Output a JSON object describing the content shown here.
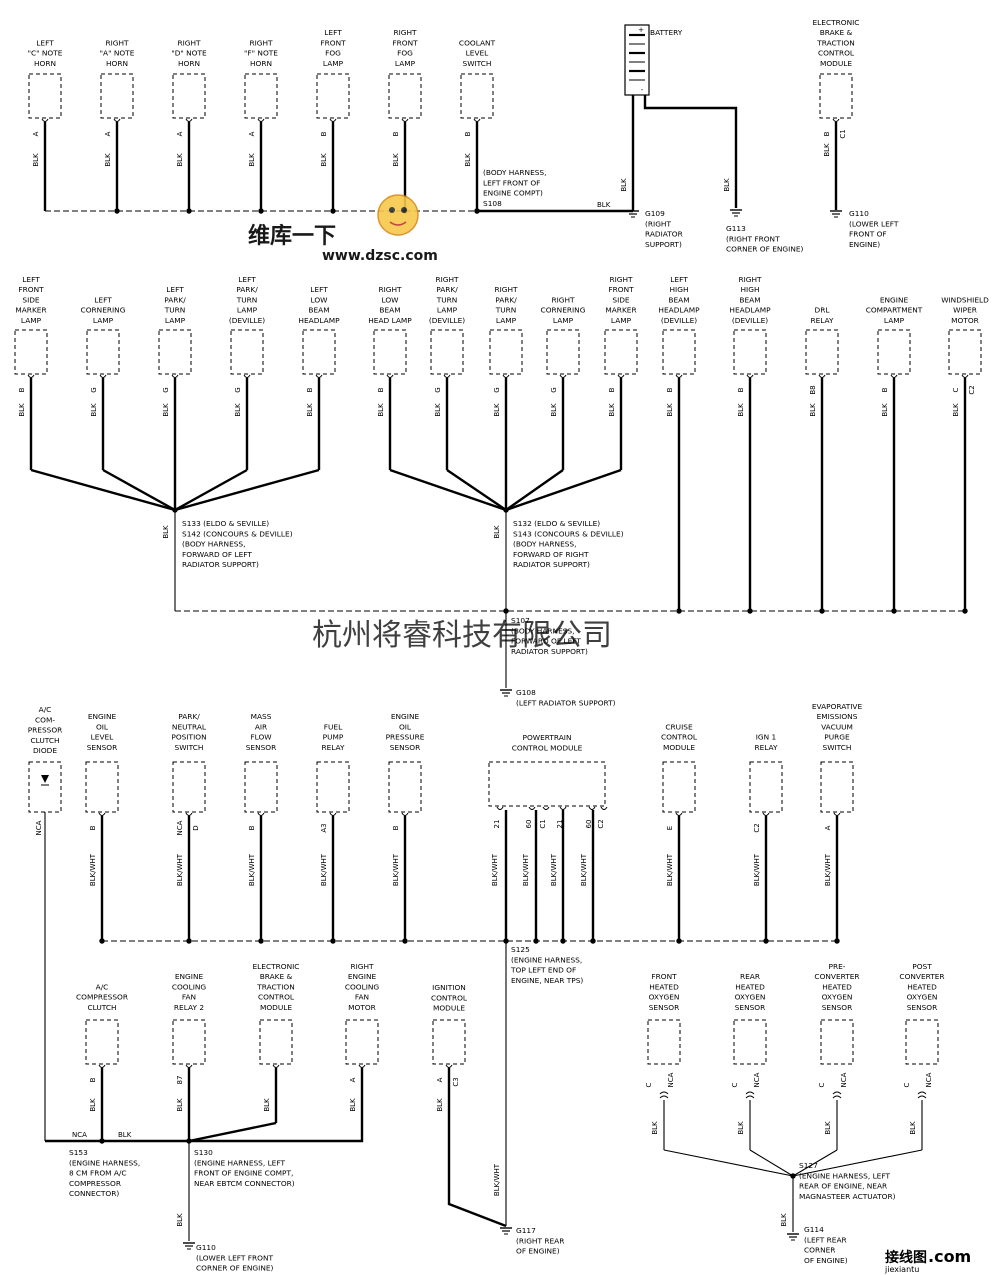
{
  "wire_color": "#000000",
  "components": [
    {
      "id": "left-c-horn",
      "lines": [
        "LEFT",
        "\"C\" NOTE",
        "HORN"
      ],
      "pin": "A",
      "wire": "BLK"
    },
    {
      "id": "right-a-horn",
      "lines": [
        "RIGHT",
        "\"A\" NOTE",
        "HORN"
      ],
      "pin": "A",
      "wire": "BLK"
    },
    {
      "id": "right-d-horn",
      "lines": [
        "RIGHT",
        "\"D\" NOTE",
        "HORN"
      ],
      "pin": "A",
      "wire": "BLK"
    },
    {
      "id": "right-f-horn",
      "lines": [
        "RIGHT",
        "\"F\" NOTE",
        "HORN"
      ],
      "pin": "A",
      "wire": "BLK"
    },
    {
      "id": "left-fog",
      "lines": [
        "LEFT",
        "FRONT",
        "FOG",
        "LAMP"
      ],
      "pin": "B",
      "wire": "BLK"
    },
    {
      "id": "right-fog",
      "lines": [
        "RIGHT",
        "FRONT",
        "FOG",
        "LAMP"
      ],
      "pin": "B",
      "wire": "BLK"
    },
    {
      "id": "coolant",
      "lines": [
        "COOLANT",
        "LEVEL",
        "SWITCH"
      ],
      "pin": "B",
      "wire": "BLK"
    },
    {
      "id": "ebtcm-top",
      "lines": [
        "ELECTRONIC",
        "BRAKE &",
        "TRACTION",
        "CONTROL",
        "MODULE"
      ],
      "pin": "B",
      "pin2": "C1",
      "wire": "BLK"
    },
    {
      "id": "l-side-marker",
      "lines": [
        "LEFT",
        "FRONT",
        "SIDE",
        "MARKER",
        "LAMP"
      ],
      "pin": "B",
      "wire": "BLK"
    },
    {
      "id": "l-cornering",
      "lines": [
        "LEFT",
        "CORNERING",
        "LAMP"
      ],
      "pin": "G",
      "wire": "BLK"
    },
    {
      "id": "l-park-turn",
      "lines": [
        "LEFT",
        "PARK/",
        "TURN",
        "LAMP"
      ],
      "pin": "G",
      "wire": "BLK"
    },
    {
      "id": "l-park-turn-dev",
      "lines": [
        "LEFT",
        "PARK/",
        "TURN",
        "LAMP",
        "(DEVILLE)"
      ],
      "pin": "G",
      "wire": "BLK"
    },
    {
      "id": "l-low-beam",
      "lines": [
        "LEFT",
        "LOW",
        "BEAM",
        "HEADLAMP"
      ],
      "pin": "B",
      "wire": "BLK"
    },
    {
      "id": "r-low-beam",
      "lines": [
        "RIGHT",
        "LOW",
        "BEAM",
        "HEAD LAMP"
      ],
      "pin": "B",
      "wire": "BLK"
    },
    {
      "id": "r-park-turn-dev",
      "lines": [
        "RIGHT",
        "PARK/",
        "TURN",
        "LAMP",
        "(DEVILLE)"
      ],
      "pin": "G",
      "wire": "BLK"
    },
    {
      "id": "r-park-turn",
      "lines": [
        "RIGHT",
        "PARK/",
        "TURN",
        "LAMP"
      ],
      "pin": "G",
      "wire": "BLK"
    },
    {
      "id": "r-cornering",
      "lines": [
        "RIGHT",
        "CORNERING",
        "LAMP"
      ],
      "pin": "G",
      "wire": "BLK"
    },
    {
      "id": "r-side-marker",
      "lines": [
        "RIGHT",
        "FRONT",
        "SIDE",
        "MARKER",
        "LAMP"
      ],
      "pin": "B",
      "wire": "BLK"
    },
    {
      "id": "l-high-beam",
      "lines": [
        "LEFT",
        "HIGH",
        "BEAM",
        "HEADLAMP",
        "(DEVILLE)"
      ],
      "pin": "B",
      "wire": "BLK"
    },
    {
      "id": "r-high-beam",
      "lines": [
        "RIGHT",
        "HIGH",
        "BEAM",
        "HEADLAMP",
        "(DEVILLE)"
      ],
      "pin": "B",
      "wire": "BLK"
    },
    {
      "id": "drl-relay",
      "lines": [
        "DRL",
        "RELAY"
      ],
      "pin": "B8",
      "wire": "BLK"
    },
    {
      "id": "eng-comp-lamp",
      "lines": [
        "ENGINE",
        "COMPARTMENT",
        "LAMP"
      ],
      "pin": "B",
      "wire": "BLK"
    },
    {
      "id": "wiper-motor",
      "lines": [
        "WINDSHIELD",
        "WIPER",
        "MOTOR"
      ],
      "pin": "C",
      "pin2": "C2",
      "wire": "BLK"
    },
    {
      "id": "ac-diode",
      "lines": [
        "A/C",
        "COM-",
        "PRESSOR",
        "CLUTCH",
        "DIODE"
      ],
      "pin": "NCA",
      "wire": ""
    },
    {
      "id": "oil-level",
      "lines": [
        "ENGINE",
        "OIL",
        "LEVEL",
        "SENSOR"
      ],
      "pin": "B",
      "wire": "BLK/WHT"
    },
    {
      "id": "pnp-switch",
      "lines": [
        "PARK/",
        "NEUTRAL",
        "POSITION",
        "SWITCH"
      ],
      "pin": "NCA",
      "pin2": "D",
      "wire": "BLK/WHT"
    },
    {
      "id": "maf-sensor",
      "lines": [
        "MASS",
        "AIR",
        "FLOW",
        "SENSOR"
      ],
      "pin": "B",
      "wire": "BLK/WHT"
    },
    {
      "id": "fuel-pump-relay",
      "lines": [
        "FUEL",
        "PUMP",
        "RELAY"
      ],
      "pin": "A3",
      "wire": "BLK/WHT"
    },
    {
      "id": "oil-pressure",
      "lines": [
        "ENGINE",
        "OIL",
        "PRESSURE",
        "SENSOR"
      ],
      "pin": "B",
      "wire": "BLK/WHT"
    },
    {
      "id": "pcm",
      "lines": [
        "POWERTRAIN",
        "CONTROL MODULE"
      ],
      "pins": [
        "21",
        "60",
        "C1",
        "21",
        "60",
        "C2"
      ],
      "wire": "BLK/WHT"
    },
    {
      "id": "cruise",
      "lines": [
        "CRUISE",
        "CONTROL",
        "MODULE"
      ],
      "pin": "E",
      "wire": "BLK/WHT"
    },
    {
      "id": "ign1-relay",
      "lines": [
        "IGN 1",
        "RELAY"
      ],
      "pin": "C2",
      "wire": "BLK/WHT"
    },
    {
      "id": "evap-switch",
      "lines": [
        "EVAPORATIVE",
        "EMISSIONS",
        "VACUUM",
        "PURGE",
        "SWITCH"
      ],
      "pin": "A",
      "wire": "BLK/WHT"
    },
    {
      "id": "ac-clutch",
      "lines": [
        "A/C",
        "COMPRESSOR",
        "CLUTCH"
      ],
      "pin": "B",
      "wire": "BLK"
    },
    {
      "id": "fan-relay2",
      "lines": [
        "ENGINE",
        "COOLING",
        "FAN",
        "RELAY 2"
      ],
      "pin": "87",
      "wire": "BLK"
    },
    {
      "id": "ebtcm-bottom",
      "lines": [
        "ELECTRONIC",
        "BRAKE &",
        "TRACTION",
        "CONTROL",
        "MODULE"
      ],
      "pin": "",
      "wire": "BLK"
    },
    {
      "id": "fan-motor",
      "lines": [
        "RIGHT",
        "ENGINE",
        "COOLING",
        "FAN",
        "MOTOR"
      ],
      "pin": "A",
      "wire": "BLK"
    },
    {
      "id": "ign-module",
      "lines": [
        "IGNITION",
        "CONTROL",
        "MODULE"
      ],
      "pin": "A",
      "pin2": "C3",
      "wire": "BLK"
    },
    {
      "id": "front-o2",
      "lines": [
        "FRONT",
        "HEATED",
        "OXYGEN",
        "SENSOR"
      ],
      "pin": "C",
      "pin2": "NCA",
      "wire": "BLK"
    },
    {
      "id": "rear-o2",
      "lines": [
        "REAR",
        "HEATED",
        "OXYGEN",
        "SENSOR"
      ],
      "pin": "C",
      "pin2": "NCA",
      "wire": "BLK"
    },
    {
      "id": "pre-conv-o2",
      "lines": [
        "PRE-",
        "CONVERTER",
        "HEATED",
        "OXYGEN",
        "SENSOR"
      ],
      "pin": "C",
      "pin2": "NCA",
      "wire": "BLK"
    },
    {
      "id": "post-conv-o2",
      "lines": [
        "POST",
        "CONVERTER",
        "HEATED",
        "OXYGEN",
        "SENSOR"
      ],
      "pin": "C",
      "pin2": "NCA",
      "wire": "BLK"
    }
  ],
  "battery": {
    "label": "BATTERY",
    "plus": "+",
    "minus": "-",
    "wire": "BLK"
  },
  "splices": [
    {
      "id": "s108",
      "lines": [
        "(BODY HARNESS,",
        "LEFT FRONT OF",
        "ENGINE COMPT)",
        "S108"
      ]
    },
    {
      "id": "s133",
      "lines": [
        "S133    (ELDO & SEVILLE)",
        "S142    (CONCOURS & DEVILLE)",
        "(BODY HARNESS,",
        "FORWARD OF LEFT",
        "RADIATOR SUPPORT)"
      ]
    },
    {
      "id": "s132",
      "lines": [
        "S132    (ELDO & SEVILLE)",
        "S143    (CONCOURS & DEVILLE)",
        "(BODY HARNESS,",
        "FORWARD OF RIGHT",
        "RADIATOR SUPPORT)"
      ]
    },
    {
      "id": "s107",
      "lines": [
        "S107",
        "(BODY HARNESS,",
        "FORWARD OF LEFT",
        "RADIATOR SUPPORT)"
      ]
    },
    {
      "id": "s125",
      "lines": [
        "S125",
        "(ENGINE HARNESS,",
        "TOP LEFT END OF",
        "ENGINE, NEAR TPS)"
      ]
    },
    {
      "id": "s153",
      "lines": [
        "S153",
        "(ENGINE HARNESS,",
        "8 CM FROM A/C",
        "COMPRESSOR",
        "CONNECTOR)"
      ]
    },
    {
      "id": "s130",
      "lines": [
        "S130",
        "(ENGINE HARNESS, LEFT",
        "FRONT OF ENGINE COMPT,",
        "NEAR EBTCM CONNECTOR)"
      ]
    },
    {
      "id": "s127",
      "lines": [
        "S127",
        "(ENGINE HARNESS, LEFT",
        "REAR OF ENGINE, NEAR",
        "MAGNASTEER ACTUATOR)"
      ]
    }
  ],
  "grounds": [
    {
      "id": "g109",
      "lines": [
        "G109",
        "(RIGHT",
        "RADIATOR",
        "SUPPORT)"
      ]
    },
    {
      "id": "g113",
      "lines": [
        "G113",
        "(RIGHT FRONT",
        "CORNER OF ENGINE)"
      ]
    },
    {
      "id": "g110-top",
      "lines": [
        "G110",
        "(LOWER LEFT",
        "FRONT OF",
        "ENGINE)"
      ]
    },
    {
      "id": "g108",
      "lines": [
        "G108",
        "(LEFT RADIATOR SUPPORT)"
      ]
    },
    {
      "id": "g110-bottom",
      "lines": [
        "G110",
        "(LOWER LEFT FRONT",
        "CORNER OF ENGINE)"
      ]
    },
    {
      "id": "g117",
      "lines": [
        "G117",
        "(RIGHT REAR",
        "OF ENGINE)"
      ]
    },
    {
      "id": "g114",
      "lines": [
        "G114",
        "(LEFT REAR",
        "CORNER",
        "OF ENGINE)"
      ]
    }
  ],
  "wire_labels": {
    "blk": "BLK",
    "blk_wht": "BLK/WHT",
    "nca": "NCA"
  },
  "watermarks": {
    "logo_text": "维库一下",
    "logo_url": "www.dzsc.com",
    "center_text": "杭州将睿科技有限公司",
    "corner_cn": "接线图",
    "corner_url": "jiexiantu",
    "corner_com": ".com"
  }
}
